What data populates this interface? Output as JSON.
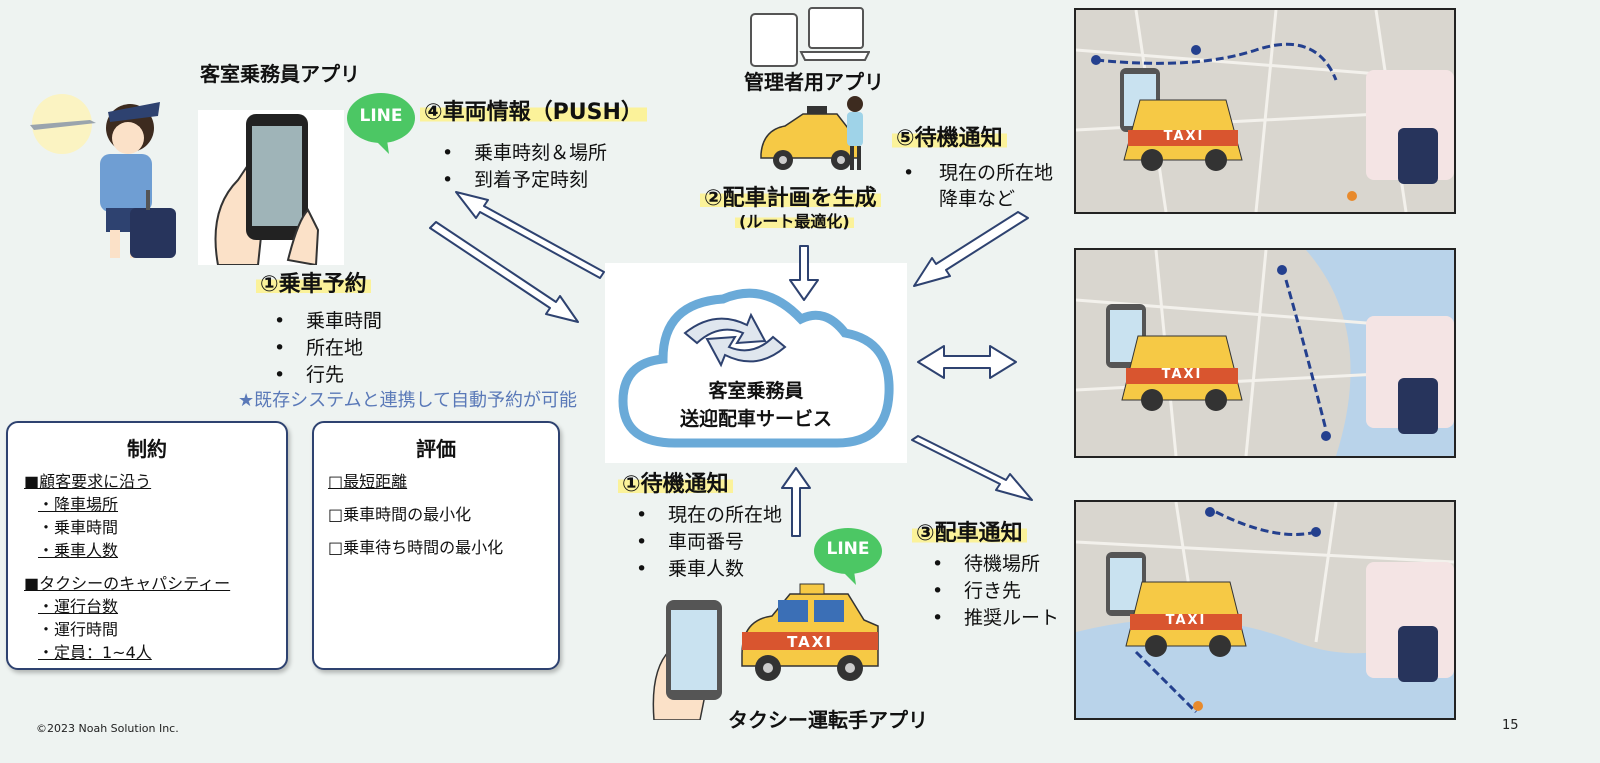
{
  "crew_app_title": "客室乗務員アプリ",
  "admin_app_title": "管理者用アプリ",
  "driver_app_title": "タクシー運転手アプリ",
  "line_label": "LINE",
  "taxi_label": "TAXI",
  "cloud": {
    "line1": "客室乗務員",
    "line2": "送迎配車サービス"
  },
  "step_reserve": {
    "title": "①乗車予約",
    "items": [
      "乗車時間",
      "所在地",
      "行先"
    ]
  },
  "note": "★既存システムと連携して自動予約が可能",
  "step_vehicle": {
    "title": "④車両情報（PUSH）",
    "items": [
      "乗車時刻＆場所",
      "到着予定時刻"
    ]
  },
  "step_plan": {
    "title": "②配車計画を生成",
    "subtitle": "(ルート最適化)"
  },
  "step_wait5": {
    "title": "⑤待機通知",
    "lines": [
      "現在の所在地",
      "降車など"
    ]
  },
  "step_wait1": {
    "title": "①待機通知",
    "items": [
      "現在の所在地",
      "車両番号",
      "乗車人数"
    ]
  },
  "step_dispatch": {
    "title": "③配車通知",
    "items": [
      "待機場所",
      "行き先",
      "推奨ルート"
    ]
  },
  "constraints": {
    "title": "制約",
    "group1": "■顧客要求に沿う",
    "group1_items": [
      "・降車場所",
      "・乗車時間",
      "・乗車人数"
    ],
    "group2": "■タクシーのキャパシティー",
    "group2_items": [
      "・運行台数",
      "・運行時間",
      "・定員：1~4人"
    ]
  },
  "evaluation": {
    "title": "評価",
    "items": [
      "□最短距離",
      "□乗車時間の最小化",
      "□乗車待ち時間の最小化"
    ]
  },
  "footer": "©2023 Noah Solution Inc.",
  "page_number": "15",
  "colors": {
    "line_green": "#4cc764",
    "taxi_yellow": "#f6c945",
    "cloud_blue": "#6aaad8",
    "box_border": "#2e4270",
    "highlight": "#fbf29a"
  }
}
